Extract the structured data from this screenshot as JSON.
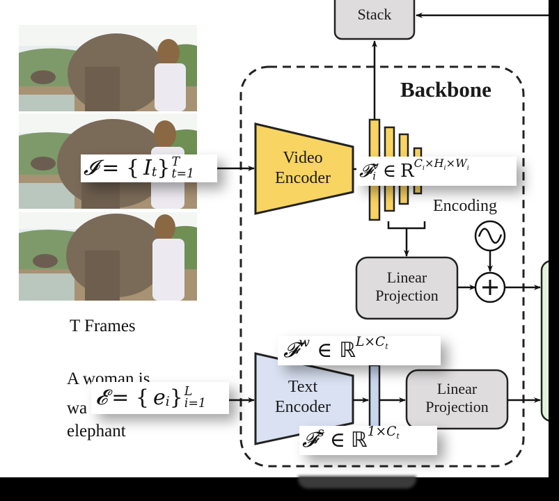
{
  "colors": {
    "video_encoder_fill": "#f8d462",
    "text_encoder_fill": "#d9e1f2",
    "box_fill": "#dedcdd",
    "bar_fill": "#f8d462",
    "text_bar_fill": "#c9d6ee",
    "fusion_fill": "#e4f1dd"
  },
  "input": {
    "frames_label": "T Frames",
    "frame_count_shown": 3,
    "sentence_lines": [
      "A woman is",
      "wa",
      "elephant"
    ],
    "frame_math": {
      "symbol": "𝓘",
      "eq": "= {",
      "var": "I",
      "var_sub": "t",
      "close": "}",
      "sup": "T",
      "sub": "t=1"
    },
    "text_math": {
      "symbol": "𝓔",
      "eq": "= {",
      "var": "e",
      "var_sub": "i",
      "close": "}",
      "sup": "L",
      "sub": "i=1"
    }
  },
  "diagram": {
    "stack_label": "Stack",
    "backbone_label": "Backbone",
    "video_encoder": [
      "Video",
      "Encoder"
    ],
    "text_encoder": [
      "Text",
      "Encoder"
    ],
    "encoding_label": "Encoding",
    "linear_projection_top": [
      "Linear",
      "Projection"
    ],
    "linear_projection_bottom": [
      "Linear",
      "Projection"
    ],
    "add_symbol": "+",
    "visual_feature_math": {
      "F": "𝓕",
      "sup": "v",
      "sub": "i",
      "in": "∈",
      "R": "R",
      "dims": "C",
      "dims_sub": "i",
      "x1": "×H",
      "h_sub": "i",
      "x2": "×W",
      "w_sub": "i"
    },
    "word_feature_math": {
      "F": "𝓕",
      "sup": "w",
      "in": "∈",
      "R": "ℝ",
      "dims": "L×C",
      "dims_sub": "t"
    },
    "sentence_feature_math": {
      "F": "𝓕",
      "sup": "s",
      "in": "∈",
      "R": "ℝ",
      "dims": "1×C",
      "dims_sub": "t"
    }
  }
}
